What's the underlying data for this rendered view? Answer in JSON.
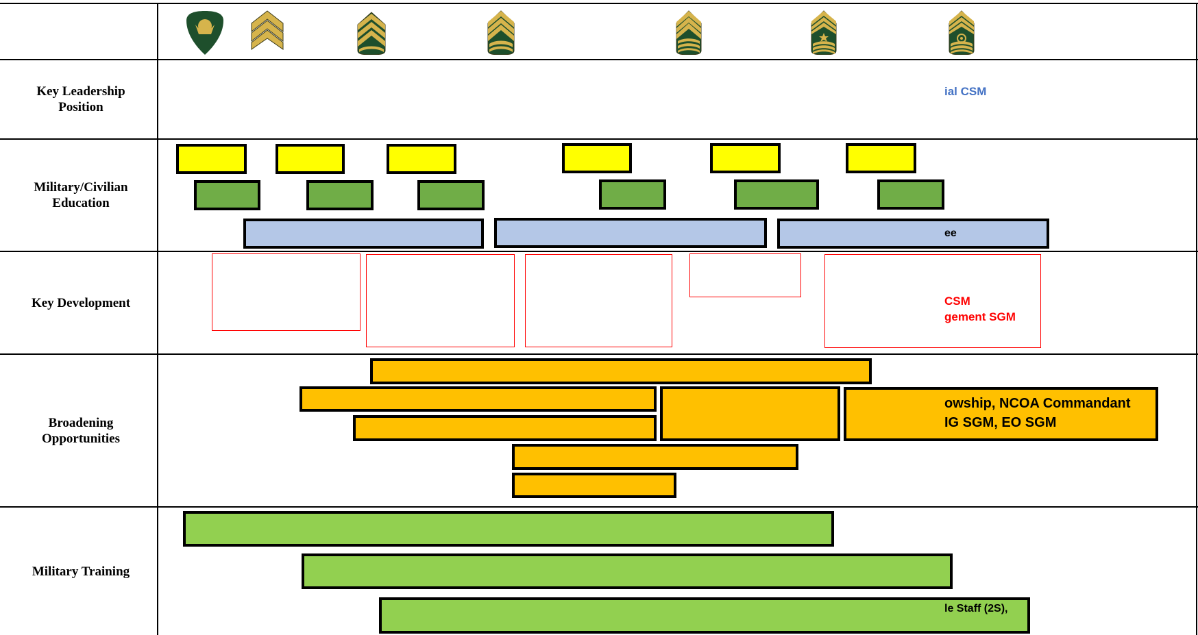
{
  "rows": {
    "key_leadership": "Key Leadership Position",
    "education": "Military/Civilian Education",
    "development": "Key Development",
    "broadening": "Broadening Opportunities",
    "training": "Military Training"
  },
  "ranks": [
    "spc-icon",
    "sgt-icon",
    "ssg-icon",
    "sfc-icon",
    "msg-icon",
    "sgm-icon",
    "csm-icon"
  ],
  "leadership_text": "ial CSM",
  "education_text": "ee",
  "development_text": {
    "line1": "CSM",
    "line2": "gement SGM"
  },
  "broadening_text": {
    "line1": "owship, NCOA Commandant",
    "line2": "IG SGM, EO SGM"
  },
  "training_text": "le Staff (2S),",
  "colors": {
    "yellow": "#ffff00",
    "green": "#70ad47",
    "blue": "#b4c7e7",
    "gold": "#ffc000",
    "lime": "#92d050",
    "red": "#ff0000",
    "link_blue": "#4472c4",
    "insignia_gold": "#d6b44c",
    "insignia_green": "#1e4f2c"
  }
}
